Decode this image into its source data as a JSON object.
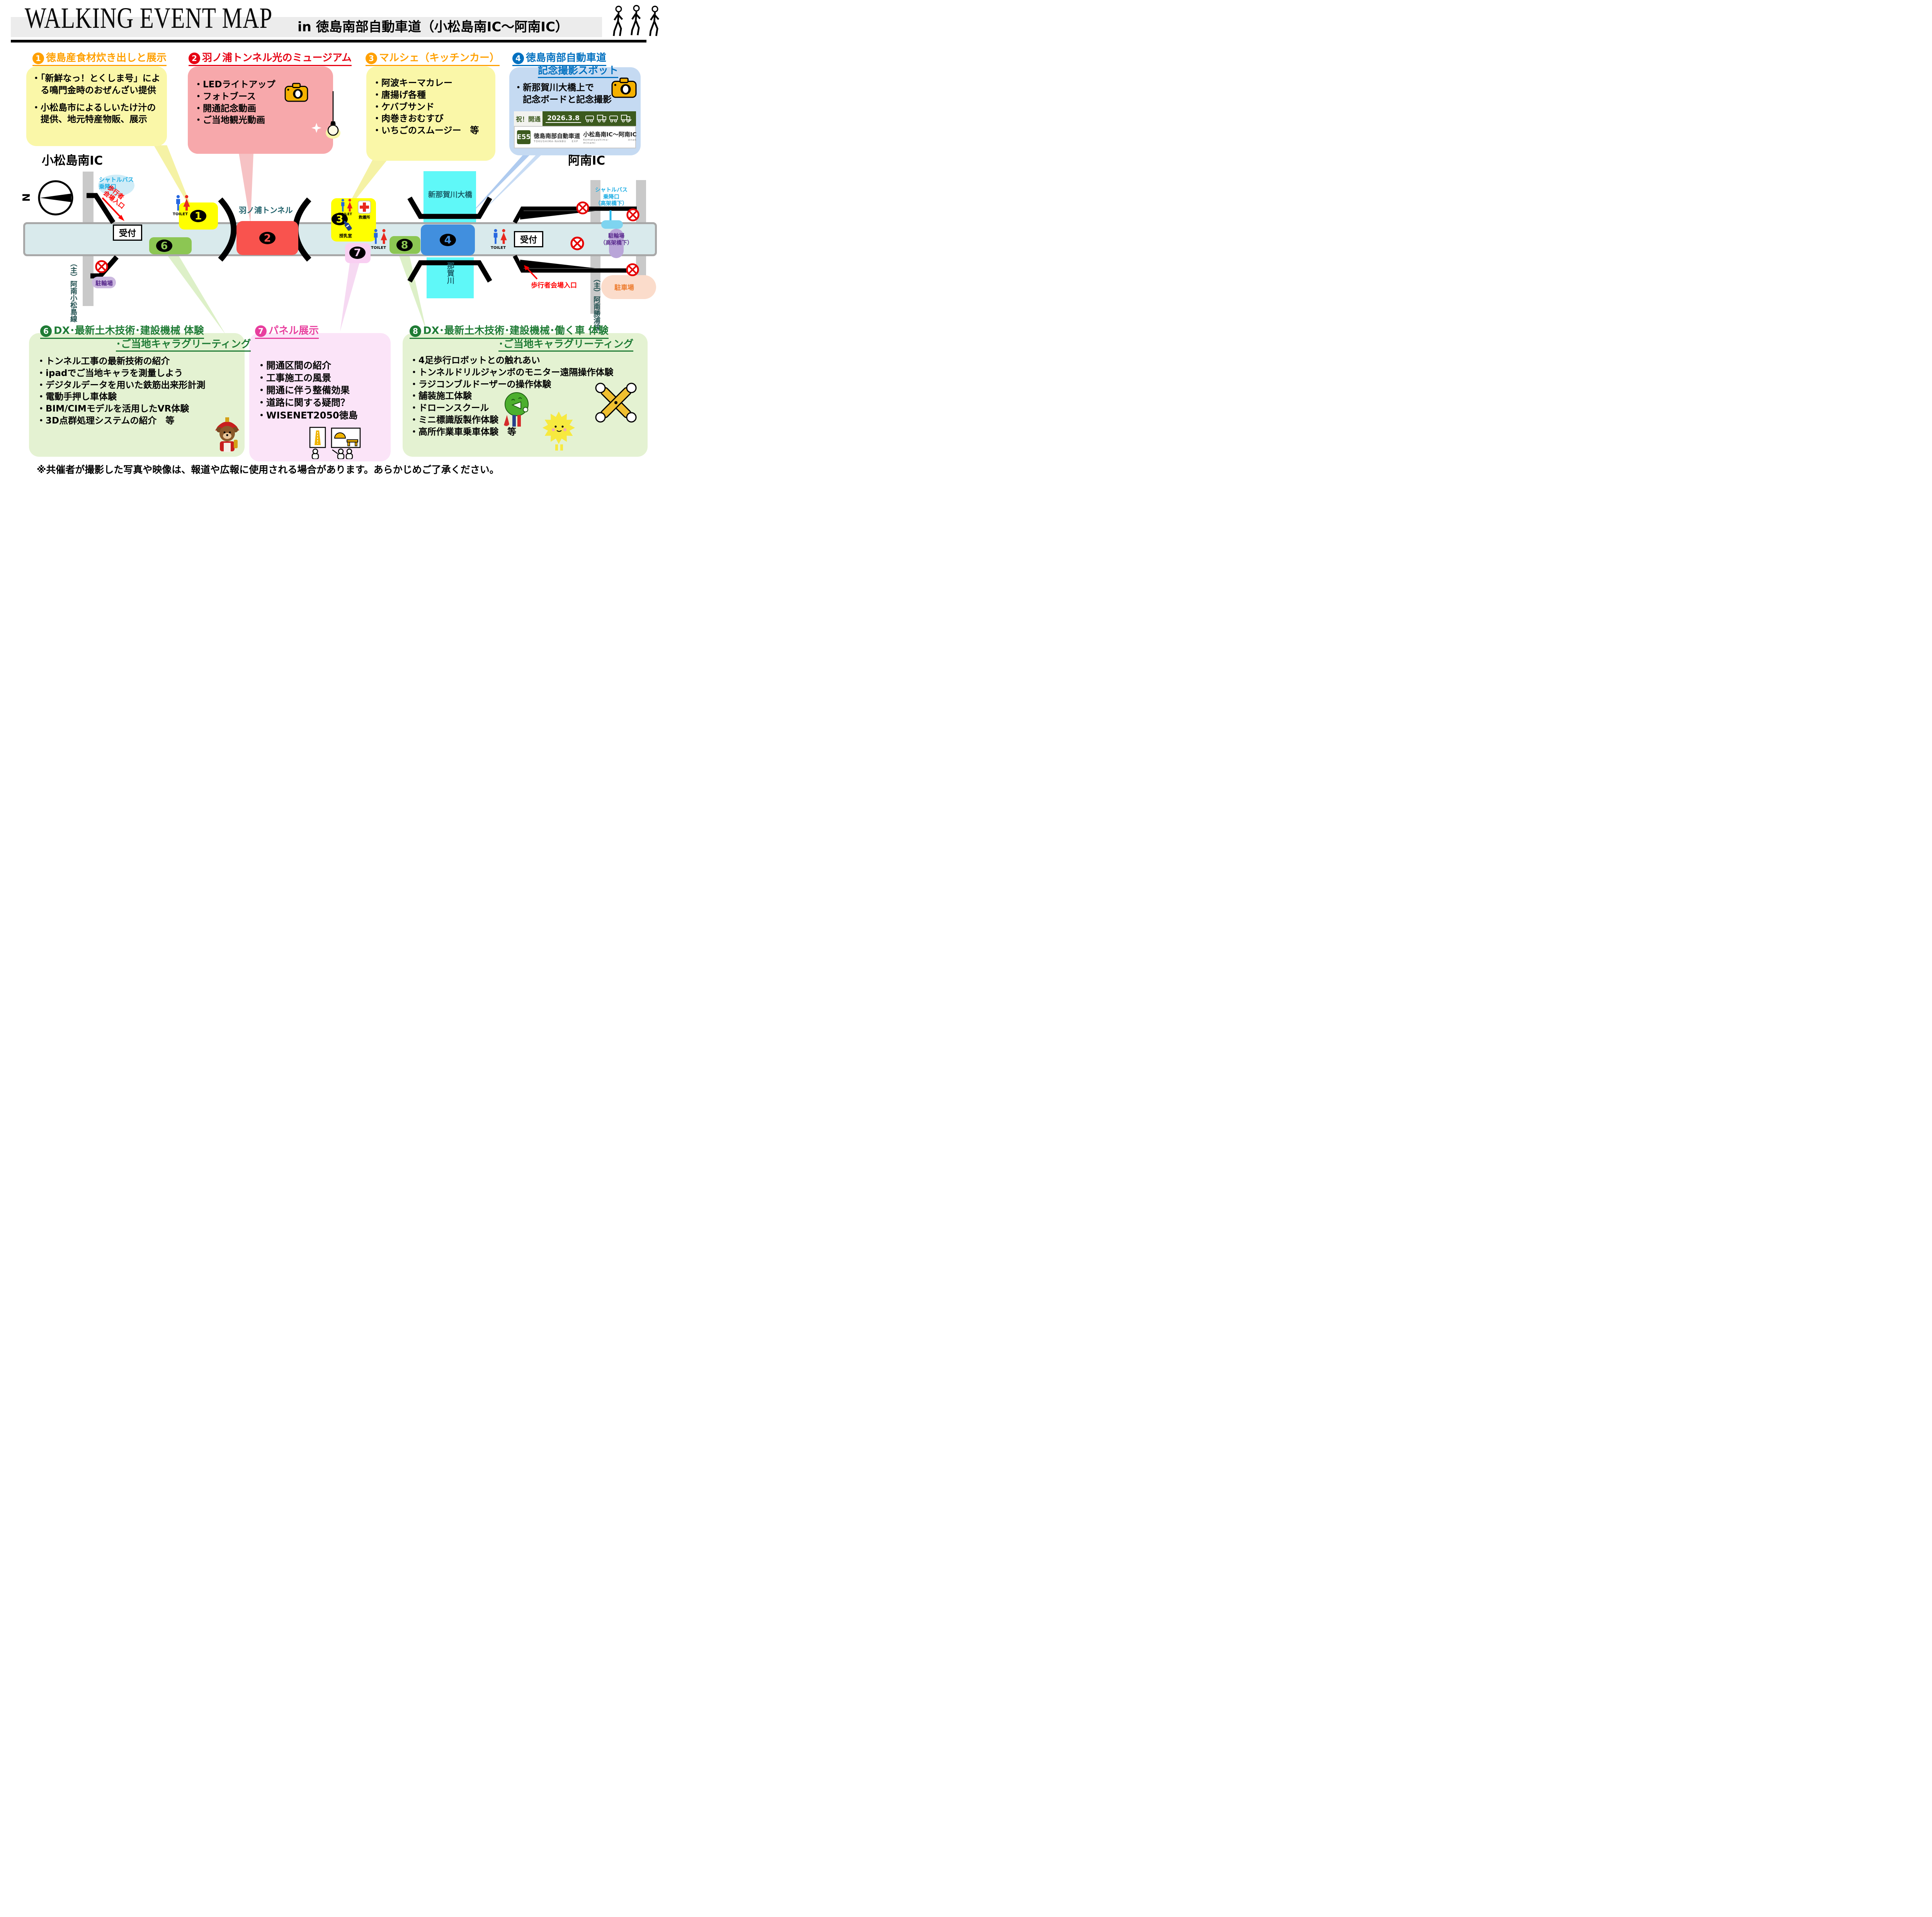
{
  "header": {
    "title": "WALKING EVENT MAP",
    "subtitle": "in 徳島南部自動車道（小松島南IC～阿南IC）"
  },
  "colors": {
    "accent_orange": "#FFA000",
    "accent_red": "#E60012",
    "accent_blue": "#0070C0",
    "accent_green": "#1E7B34",
    "accent_pink": "#E83E9E",
    "map_yellow": "#FFFF00",
    "map_red": "#F9534E",
    "map_green": "#8CC653",
    "map_blue": "#418FDE",
    "map_pink": "#F9CFF2",
    "bridge_cyan": "#5FF8F8",
    "road_fill": "#D9EAEC"
  },
  "callouts": {
    "box1": {
      "num": "1",
      "title": "徳島産食材炊き出しと展示",
      "items": [
        "・「新鮮なっ！とくしま号」による鳴門金時のおぜんざい提供",
        "・小松島市によるしいたけ汁の提供、地元特産物販、展示"
      ]
    },
    "box2": {
      "num": "2",
      "title": "羽ノ浦トンネル光のミュージアム",
      "items": [
        "・LEDライトアップ",
        "・フォトブース",
        "・開通記念動画",
        "・ご当地観光動画"
      ]
    },
    "box3": {
      "num": "3",
      "title": "マルシェ（キッチンカー）",
      "items": [
        "・阿波キーマカレー",
        "・唐揚げ各種",
        "・ケバブサンド",
        "・肉巻きおむすび",
        "・いちごのスムージー　等"
      ]
    },
    "box4": {
      "num": "4",
      "title_line1": "徳島南部自動車道",
      "title_line2": "記念撮影スポット",
      "items": [
        "・新那賀川大橋上で",
        "　記念ボードと記念撮影"
      ],
      "sign": {
        "celebration": "祝！開通",
        "date": "2026.3.8",
        "route": "E55",
        "road_name": "徳島南部自動車道",
        "road_name_en": "TOKUSHIMA-NANBU",
        "road_suffix_en": "EXP",
        "section": "小松島南IC～阿南IC",
        "section_en": "Komatsushima-minami",
        "section_en2": "Anan"
      }
    },
    "box6": {
      "num": "6",
      "title_line1": "DX･最新土木技術･建設機械 体験",
      "title_line2": "･ご当地キャラグリーティング",
      "items": [
        "・トンネル工事の最新技術の紹介",
        "・ipadでご当地キャラを測量しよう",
        "・デジタルデータを用いた鉄筋出来形計測",
        "・電動手押し車体験",
        "・BIM/CIMモデルを活用したVR体験",
        "・3D点群処理システムの紹介　等"
      ]
    },
    "box7": {
      "num": "7",
      "title": "パネル展示",
      "items": [
        "・開通区間の紹介",
        "・工事施工の風景",
        "・開通に伴う整備効果",
        "・道路に関する疑問？",
        "・WISENET2050徳島"
      ]
    },
    "box8": {
      "num": "8",
      "title_line1": "DX･最新土木技術･建設機械･働く車 体験",
      "title_line2": "･ご当地キャラグリーティング",
      "items": [
        "・4足歩行ロボットとの触れあい",
        "・トンネルドリルジャンボのモニター遠隔操作体験",
        "・ラジコンブルドーザーの操作体験",
        "・舗装施工体験",
        "・ドローンスクール",
        "・ミニ標識版製作体験",
        "・高所作業車乗車体験　等"
      ]
    }
  },
  "map": {
    "ic_left": "小松島南IC",
    "ic_right": "阿南IC",
    "compass_n": "N",
    "tunnel_label": "羽ノ浦トンネル",
    "bridge_label": "新那賀川大橋",
    "river_label": "那賀川",
    "reception": "受付",
    "toilet": "TOILET",
    "first_aid": "救護所",
    "nursing": "授乳室",
    "shuttle_left": [
      "シャトルバス",
      "乗降口"
    ],
    "shuttle_right": [
      "シャトルバス",
      "乗降口",
      "（高架橋下）"
    ],
    "ped_entrance_left": [
      "歩行者",
      "会場入口"
    ],
    "ped_entrance_right": "歩行者会場入口",
    "bike_left": "駐輪場",
    "bike_right": [
      "駐輪場",
      "（高架橋下）"
    ],
    "parking": "駐車場",
    "road_left": "（主）阿南小松島線",
    "road_right": "（主）阿南勝浦線",
    "markers": {
      "m1": "1",
      "m2": "2",
      "m3": "3",
      "m4": "4",
      "m6": "6",
      "m7": "7",
      "m8": "8"
    }
  },
  "footer": {
    "note": "※共催者が撮影した写真や映像は、報道や広報に使用される場合があります。あらかじめご了承ください。"
  }
}
